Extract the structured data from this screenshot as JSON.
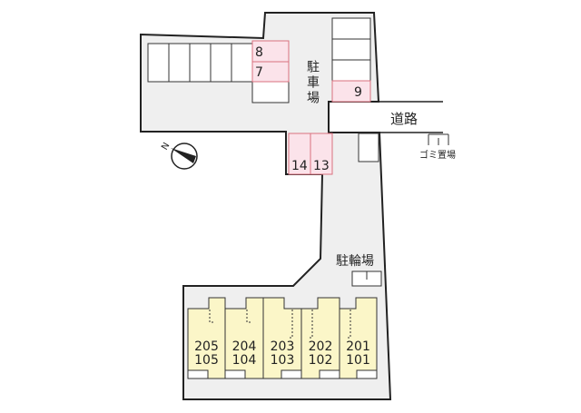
{
  "labels": {
    "parking": "駐車場",
    "road": "道路",
    "garbage": "ゴミ置場",
    "bicycle": "駐輪場",
    "north": "N"
  },
  "parking_spaces": {
    "left_upper": "8",
    "left_lower": "7",
    "right": "9",
    "bottom_left": "14",
    "bottom_right": "13"
  },
  "units": [
    {
      "upper": "205",
      "lower": "105"
    },
    {
      "upper": "204",
      "lower": "104"
    },
    {
      "upper": "203",
      "lower": "103"
    },
    {
      "upper": "202",
      "lower": "102"
    },
    {
      "upper": "201",
      "lower": "101"
    }
  ],
  "colors": {
    "lot": "#efefef",
    "assigned_parking": "#fbe3ea",
    "assigned_border": "#d9707f",
    "unit": "#fbf6c8"
  }
}
